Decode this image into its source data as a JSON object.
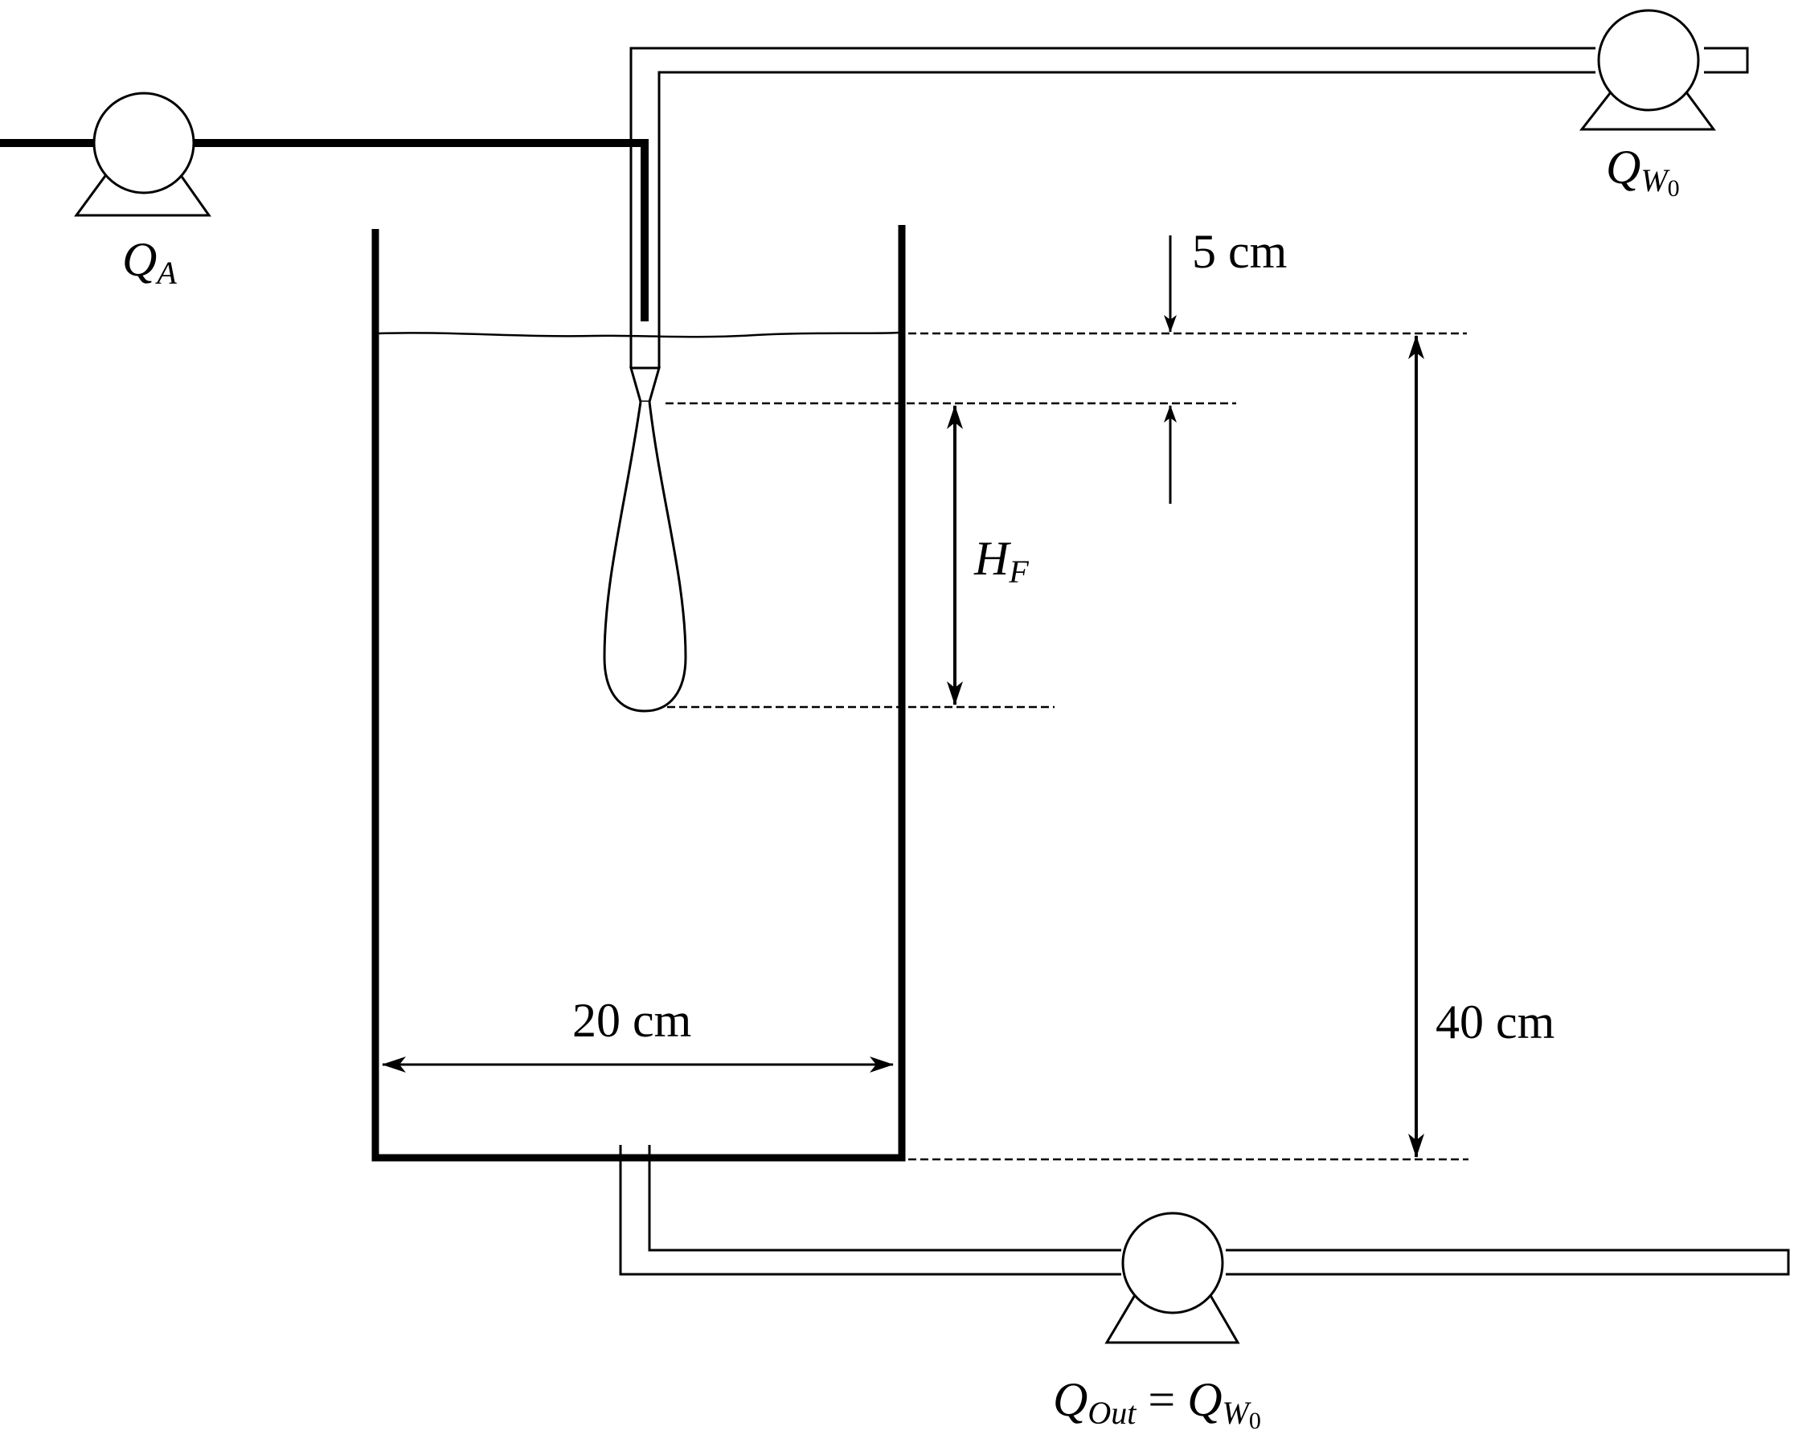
{
  "labels": {
    "qa": {
      "main": "Q",
      "sub": "A"
    },
    "qw0": {
      "main": "Q",
      "sub": "W",
      "subsub": "0"
    },
    "qout": {
      "main": "Q",
      "sub": "Out",
      "eq": " = ",
      "main2": "Q",
      "sub2": "W",
      "subsub2": "0"
    },
    "hf": {
      "main": "H",
      "sub": "F"
    }
  },
  "dimensions": {
    "top_gap": "5 cm",
    "height": "40 cm",
    "width": "20 cm"
  },
  "colors": {
    "ink": "#000000",
    "background": "#ffffff"
  }
}
